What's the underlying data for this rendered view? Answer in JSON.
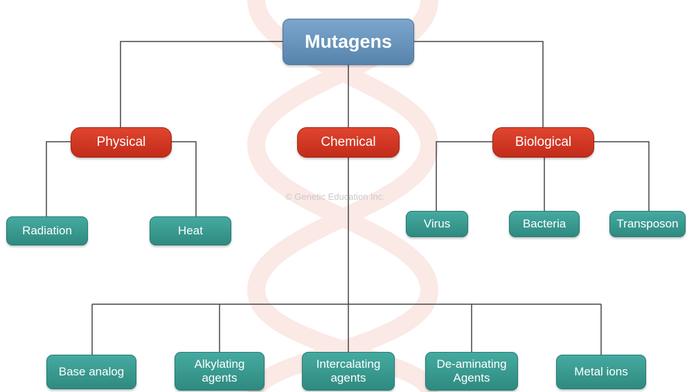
{
  "root": {
    "label": "Mutagens"
  },
  "categories": [
    {
      "label": "Physical"
    },
    {
      "label": "Chemical"
    },
    {
      "label": "Biological"
    }
  ],
  "physical": [
    {
      "label": "Radiation"
    },
    {
      "label": "Heat"
    }
  ],
  "biological": [
    {
      "label": "Virus"
    },
    {
      "label": "Bacteria"
    },
    {
      "label": "Transposon"
    }
  ],
  "chemical": [
    {
      "label": "Base analog"
    },
    {
      "label": "Alkylating\nagents"
    },
    {
      "label": "Intercalating\nagents"
    },
    {
      "label": "De-aminating\nAgents"
    },
    {
      "label": "Metal ions"
    }
  ],
  "watermark": "© Genetic Education Inc.",
  "colors": {
    "root": "#6b95bd",
    "category": "#d43b26",
    "leaf": "#3a9a90",
    "connector": "#444444"
  }
}
